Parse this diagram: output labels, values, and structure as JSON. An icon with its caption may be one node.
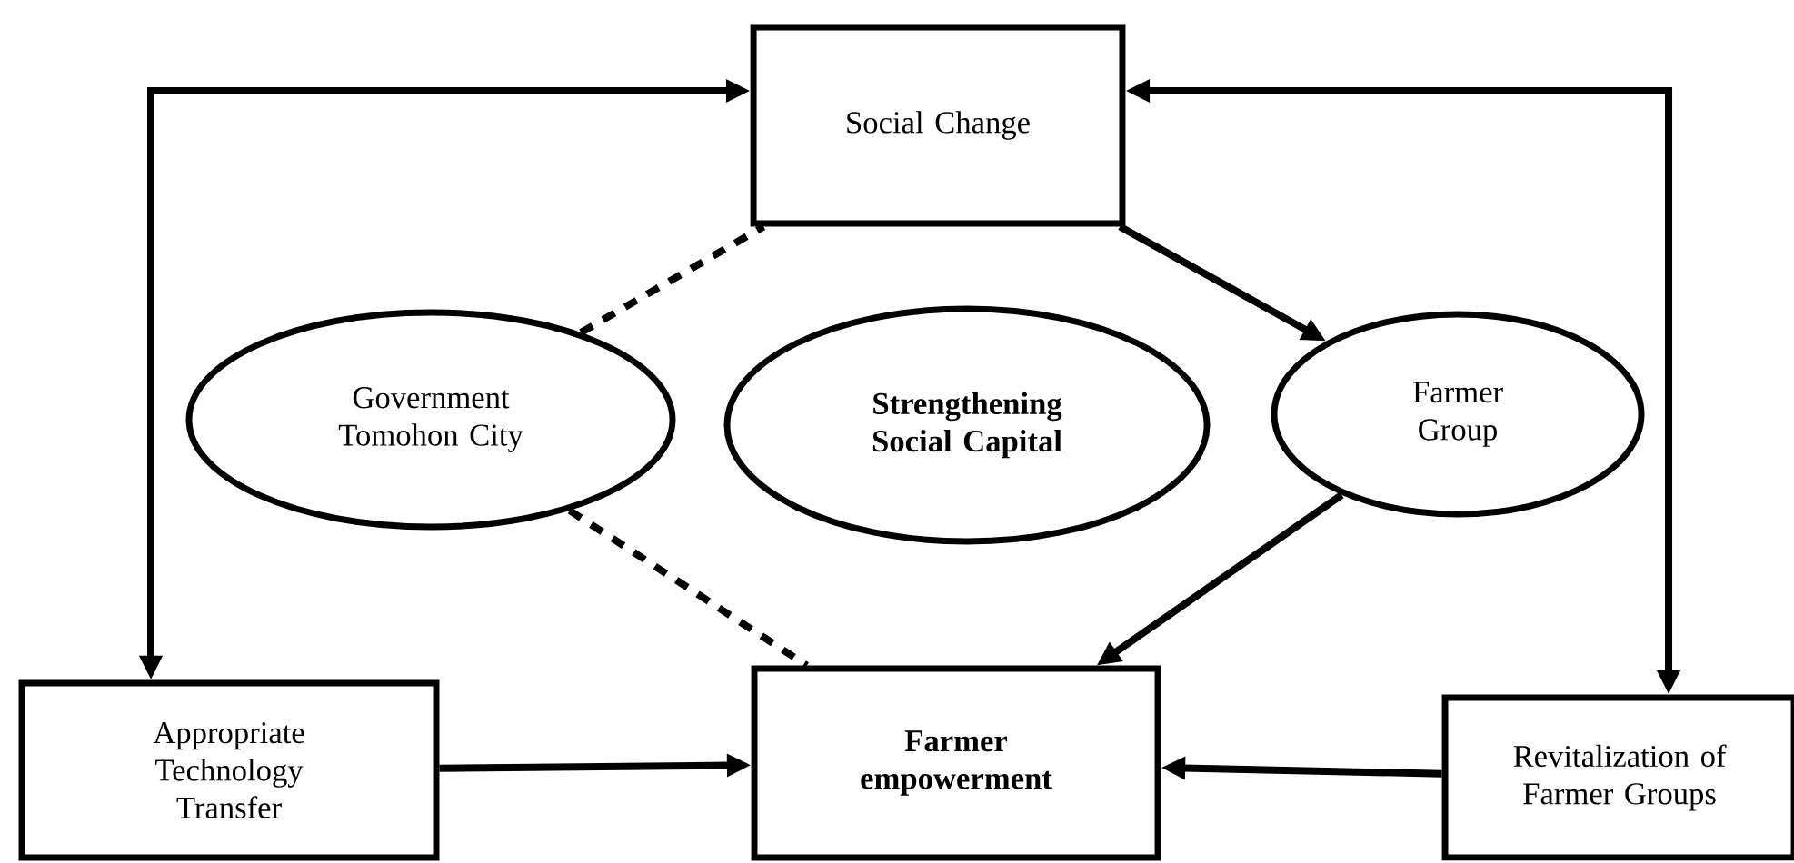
{
  "diagram": {
    "nodes": [
      {
        "text": [
          "Social Change"
        ]
      },
      {
        "text": [
          "Government Tomohon City"
        ]
      },
      {
        "text": [
          "Strengthening Social Capital"
        ]
      },
      {
        "text": [
          "Farmer Group"
        ]
      },
      {
        "text": [
          "Appropriate Technology Transfer"
        ]
      },
      {
        "text": [
          "Farmer empowerment"
        ]
      },
      {
        "text": [
          "Revitalization of Farmer Groups"
        ]
      }
    ],
    "edges": [
      {
        "from": 0,
        "to": 4,
        "arrow": "both"
      },
      {
        "from": 0,
        "to": 6,
        "arrow": "both"
      },
      {
        "from": 0,
        "to": 3,
        "arrow": "to"
      },
      {
        "from": 1,
        "to": 0,
        "arrow": "none",
        "style": "dashed"
      },
      {
        "from": 1,
        "to": 5,
        "arrow": "none",
        "style": "dashed"
      },
      {
        "from": 3,
        "to": 5,
        "arrow": "to"
      },
      {
        "from": 4,
        "to": 5,
        "arrow": "to"
      },
      {
        "from": 6,
        "to": 5,
        "arrow": "to"
      }
    ]
  }
}
